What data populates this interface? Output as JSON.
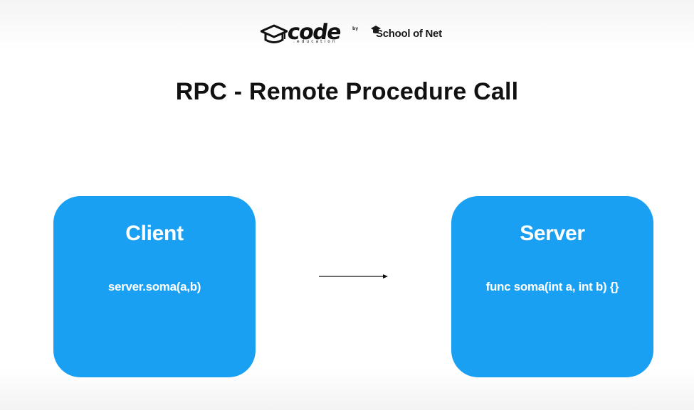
{
  "header": {
    "code_logo": "code",
    "code_logo_sub": ".education",
    "by_text": "by",
    "partner_logo": "School of Net"
  },
  "title": "RPC - Remote Procedure Call",
  "client": {
    "title": "Client",
    "code": "server.soma(a,b)"
  },
  "server": {
    "title": "Server",
    "code": "func soma(int a, int b) {}"
  },
  "colors": {
    "box_fill": "#1aa0f3",
    "text_on_box": "#ffffff",
    "title_text": "#111111"
  },
  "icons": {
    "code_logo_mark": "graduation-cap-icon",
    "partner_logo_mark": "graduation-cap-icon",
    "connector": "arrow-right-icon"
  }
}
